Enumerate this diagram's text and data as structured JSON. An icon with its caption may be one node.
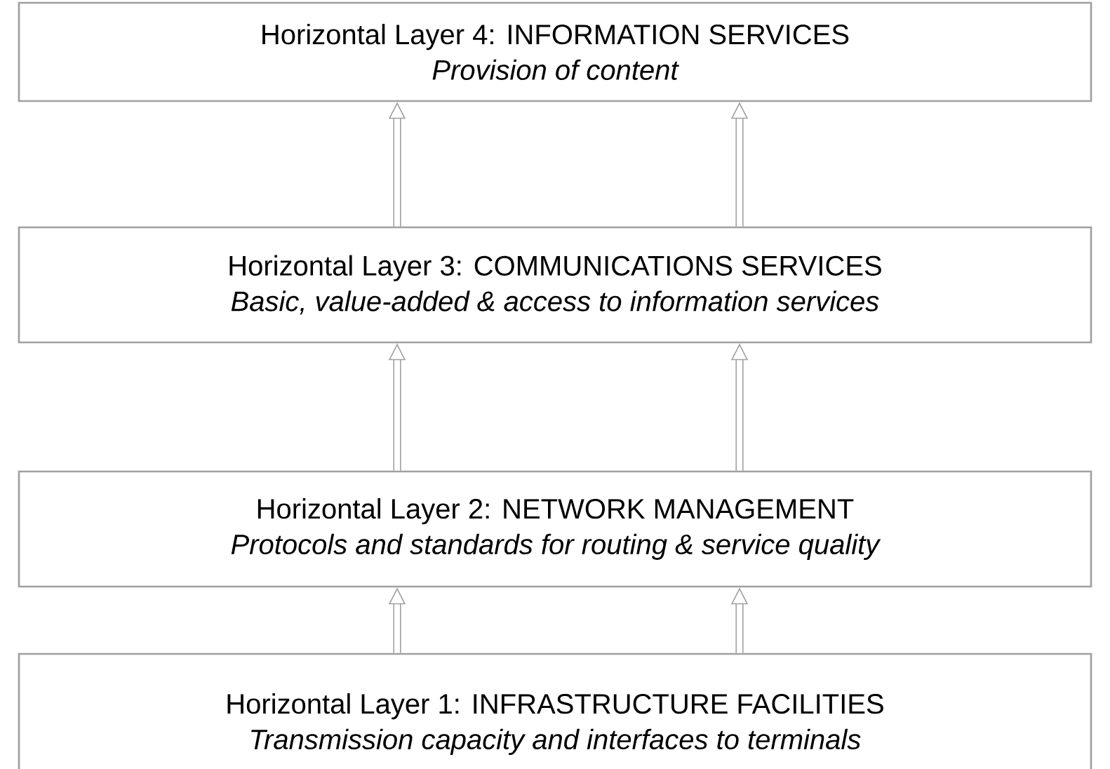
{
  "diagram": {
    "nodes": [
      {
        "text": [
          "Horizontal Layer 4: INFORMATION SERVICES",
          "Provision of content"
        ]
      },
      {
        "text": [
          "Horizontal Layer 3: COMMUNICATIONS SERVICES",
          "Basic, value-added & access to information services"
        ]
      },
      {
        "text": [
          "Horizontal Layer 2: NETWORK MANAGEMENT",
          "Protocols and standards for routing & service quality"
        ]
      },
      {
        "text": [
          "Horizontal Layer 1: INFRASTRUCTURE FACILITIES",
          "Transmission capacity and interfaces to terminals"
        ]
      }
    ],
    "edges": [
      {
        "from": 1,
        "to": 0,
        "arrow": "to"
      },
      {
        "from": 1,
        "to": 0,
        "arrow": "to"
      },
      {
        "from": 2,
        "to": 1,
        "arrow": "to"
      },
      {
        "from": 2,
        "to": 1,
        "arrow": "to"
      },
      {
        "from": 3,
        "to": 2,
        "arrow": "to"
      },
      {
        "from": 3,
        "to": 2,
        "arrow": "to"
      }
    ]
  }
}
